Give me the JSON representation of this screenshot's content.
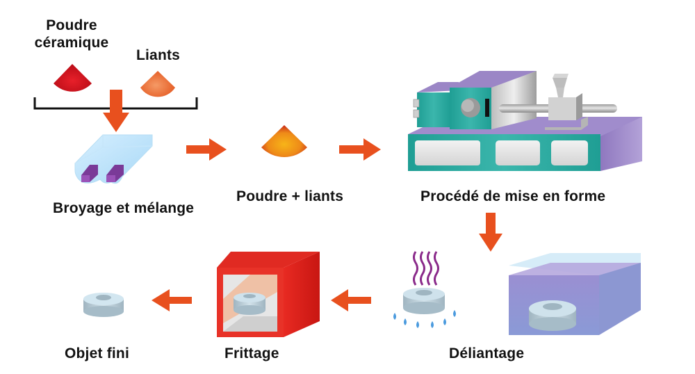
{
  "diagram": {
    "title": "Ceramic powder injection molding process",
    "colors": {
      "arrow": "#e8501e",
      "powder": "#d0141e",
      "binder": "#ef7a3a",
      "mixture": "#f08a1a",
      "machine_teal": "#27a89e",
      "machine_purple": "#9b86c6",
      "furnace": "#e02a22",
      "bath": "#8f97d4",
      "part": "#b8ccd8",
      "vapor": "#8a2a8a",
      "drops": "#3a8fd6"
    },
    "labels": {
      "powder": "Poudre\ncéramique",
      "powder_line1": "Poudre",
      "powder_line2": "céramique",
      "binders": "Liants",
      "mixing": "Broyage et mélange",
      "feedstock": "Poudre + liants",
      "shaping": "Procédé de mise en forme",
      "debinding": "Déliantage",
      "sintering": "Frittage",
      "finished": "Objet fini"
    },
    "flow": [
      {
        "from": "Poudre céramique + Liants",
        "to": "Broyage et mélange",
        "direction": "down"
      },
      {
        "from": "Broyage et mélange",
        "to": "Poudre + liants",
        "direction": "right"
      },
      {
        "from": "Poudre + liants",
        "to": "Procédé de mise en forme",
        "direction": "right"
      },
      {
        "from": "Procédé de mise en forme",
        "to": "Déliantage",
        "direction": "down"
      },
      {
        "from": "Déliantage",
        "to": "Frittage",
        "direction": "left"
      },
      {
        "from": "Frittage",
        "to": "Objet fini",
        "direction": "left"
      }
    ]
  }
}
